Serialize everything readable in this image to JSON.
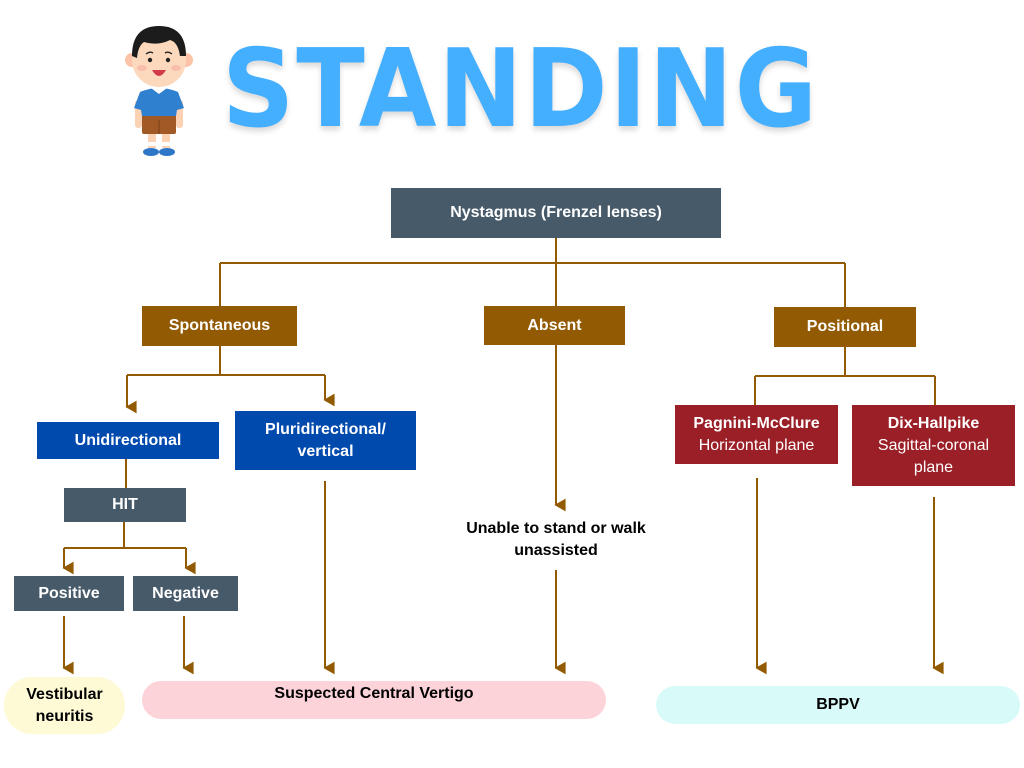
{
  "title": "STANDING",
  "colors": {
    "title": "#44afff",
    "connector": "#925b03",
    "slate": "#475a6a",
    "brown": "#925b03",
    "blue": "#0049ad",
    "red": "#9b1f27",
    "outcome_yellow": "#fffad6",
    "outcome_pink": "#fdd3da",
    "outcome_cyan": "#d8fbf9"
  },
  "illustration": {
    "icon": "standing-boy-icon"
  },
  "nodes": {
    "root": "Nystagmus (Frenzel lenses)",
    "spontaneous": "Spontaneous",
    "absent": "Absent",
    "positional": "Positional",
    "unidirectional": "Unidirectional",
    "pluridirectional": [
      "Pluridirectional/",
      "vertical"
    ],
    "hit": "HIT",
    "positive": "Positive",
    "negative": "Negative",
    "pagnini": {
      "title": "Pagnini-McClure",
      "subtitle": "Horizontal plane"
    },
    "dix": {
      "title": "Dix-Hallpike",
      "subtitle": [
        "Sagittal-coronal",
        "plane"
      ]
    },
    "unable": [
      "Unable to stand or walk",
      "unassisted"
    ]
  },
  "outcomes": {
    "vestibular": [
      "Vestibular",
      "neuritis"
    ],
    "central": "Suspected Central Vertigo",
    "bppv": "BPPV"
  }
}
